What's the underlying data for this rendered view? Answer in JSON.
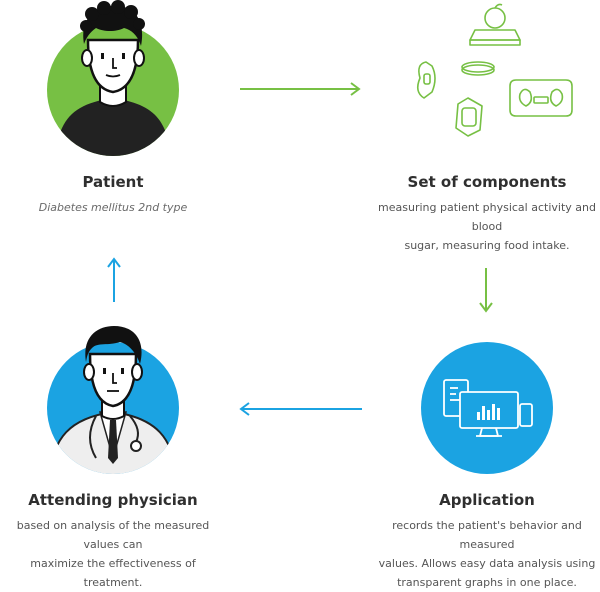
{
  "colors": {
    "green": "#77c044",
    "blue": "#1ba3e2",
    "text": "#2f2f2f",
    "muted": "#555555"
  },
  "nodes": {
    "patient": {
      "title": "Patient",
      "description": "Diabetes mellitus 2nd type",
      "icon": "patient-avatar-icon"
    },
    "components": {
      "title": "Set of components",
      "description_line1": "measuring patient physical activity and blood",
      "description_line2": "sugar, measuring food intake.",
      "icon": "device-components-icon"
    },
    "application": {
      "title": "Application",
      "description_line1": "records the patient's behavior and measured",
      "description_line2": "values. Allows easy data analysis using",
      "description_line3": "transparent graphs in one place.",
      "icon": "application-devices-icon"
    },
    "physician": {
      "title": "Attending physician",
      "description_line1": "based on analysis of the measured values can",
      "description_line2": "maximize the effectiveness of treatment.",
      "icon": "physician-avatar-icon"
    }
  }
}
